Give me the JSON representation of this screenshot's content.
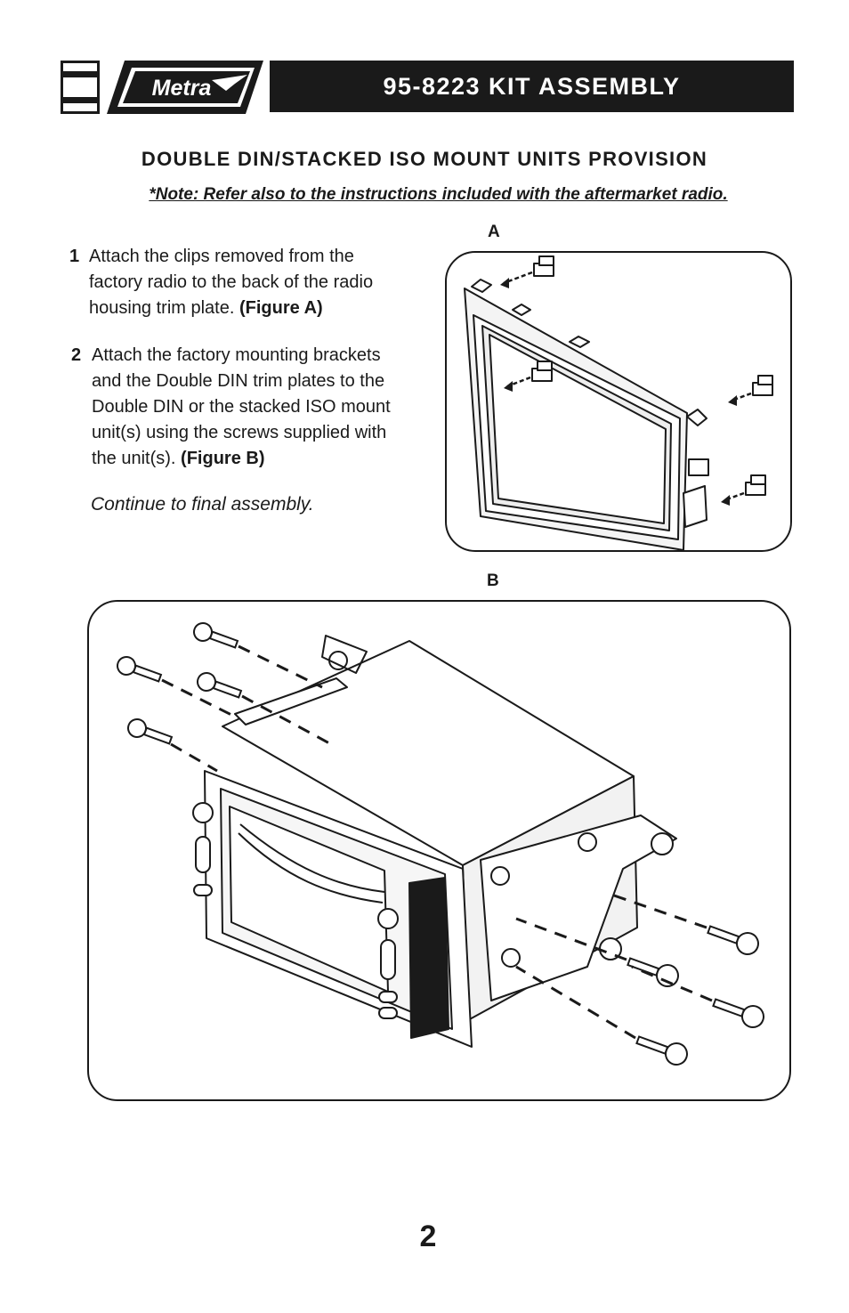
{
  "header": {
    "logo_text": "Metra",
    "title": "95-8223 KIT ASSEMBLY"
  },
  "section": {
    "title": "DOUBLE DIN/STACKED ISO MOUNT UNITS PROVISION",
    "note": "*Note: Refer also to the instructions included with the aftermarket radio."
  },
  "steps": [
    {
      "number": "1",
      "text": "Attach the clips removed from the\nfactory radio to the back of the radio\nhousing trim plate. ",
      "figure_ref": "(Figure A)"
    },
    {
      "number": "2",
      "text": "Attach the factory mounting brackets\nand the Double DIN trim plates to the\nDouble DIN or the stacked ISO mount\nunit(s) using the screws supplied with\nthe unit(s). ",
      "figure_ref": "(Figure B)"
    }
  ],
  "continue_text": "Continue to final assembly.",
  "figures": {
    "a_label": "A",
    "b_label": "B"
  },
  "page_number": "2"
}
